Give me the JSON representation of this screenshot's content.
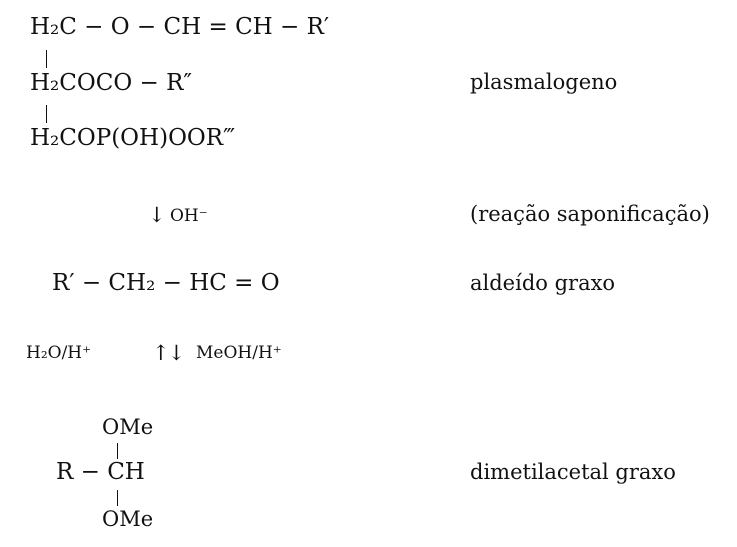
{
  "scheme": {
    "plasmalogen": {
      "line1": "H₂C − O − CH = CH − R′",
      "line2": "H₂COCO − R″",
      "line3": "H₂COP(OH)OOR‴",
      "label": "plasmalogeno"
    },
    "saponification": {
      "arrow": "↓",
      "reagent": "OH⁻",
      "label": "(reação saponificação)"
    },
    "aldehyde": {
      "formula": "R′ − CH₂ − HC = O",
      "label": "aldeído graxo"
    },
    "equilibrium": {
      "left_reagent": "H₂O/H⁺",
      "arrows": "↑↓",
      "right_reagent": "MeOH/H⁺"
    },
    "acetal": {
      "top": "OMe",
      "middle": "R − CH",
      "bottom": "OMe",
      "label": "dimetilacetal graxo"
    }
  }
}
